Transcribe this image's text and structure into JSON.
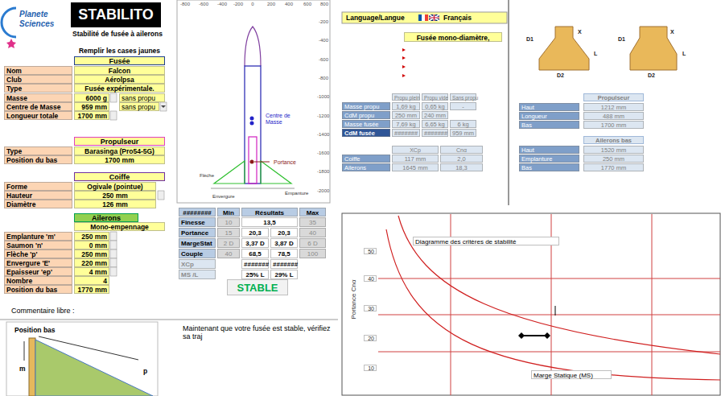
{
  "diagram": {
    "title": "STABILITO",
    "nodes": [
      {
        "text": [
          "Fusée"
        ]
      },
      {
        "text": [
          "Propulseur"
        ]
      },
      {
        "text": [
          "Coiffe"
        ]
      },
      {
        "text": [
          "Ailerons"
        ]
      },
      {
        "text": [
          "STABLE"
        ]
      },
      {
        "text": [
          "Propulseur"
        ]
      },
      {
        "text": [
          "Ailerons bas"
        ]
      }
    ],
    "labels": [
      "Planete Sciences",
      "Stabilité de fusée à ailerons",
      "Remplir les cases jaunes",
      "Nom",
      "Falcon",
      "Club",
      "Aérolpsa",
      "Type",
      "Fusée expérimentale.",
      "Masse",
      "6000 g",
      "sans propu",
      "Centre de Masse",
      "959 mm",
      "sans propu",
      "Longueur totale",
      "1700 mm",
      "Type",
      "Barasinga (Pro54-5G)",
      "Position du bas",
      "1700 mm",
      "Forme",
      "Ogivale (pointue)",
      "Hauteur",
      "250 mm",
      "Diamètre",
      "126 mm",
      "Mono-empennage",
      "Emplanture 'm'",
      "250 mm",
      "Saumon 'n'",
      "0 mm",
      "Flèche 'p'",
      "250 mm",
      "Envergure 'E'",
      "220 mm",
      "Epaisseur 'ep'",
      "4 mm",
      "Nombre",
      "4",
      "Position du bas",
      "1770 mm",
      "Commentaire libre :",
      "Position bas",
      "m",
      "p",
      "-800",
      "-600",
      "-400",
      "-200",
      "0",
      "200",
      "400",
      "600",
      "800",
      "-200",
      "-400",
      "-600",
      "-800",
      "-1000",
      "-1200",
      "-1400",
      "-1600",
      "-1800",
      "-2000",
      "Centre de Masse",
      "Portance",
      "Flèche",
      "Empanture",
      "Envergure",
      "########",
      "Min",
      "Résultats",
      "Max",
      "Finesse",
      "10",
      "13,5",
      "35",
      "Portance",
      "15",
      "20,3",
      "20,3",
      "40",
      "MargeStat",
      "2 D",
      "3,37 D",
      "3,87 D",
      "6 D",
      "Couple",
      "40",
      "68,5",
      "78,5",
      "100",
      "XCp",
      "#######",
      "#######",
      "MS /L",
      "25% L",
      "29% L",
      "Maintenant que votre fusée est stable, vérifiez sa traj",
      "Language/Langue",
      "Français",
      "Fusée mono-diamètre,",
      "Propu plein",
      "Propu vide",
      "Sans propu",
      "Masse propu",
      "1,69 kg",
      "0,65 kg",
      "-",
      "CdM propu",
      "250 mm",
      "240 mm",
      "Masse fusée",
      "7,69 kg",
      "6,65 kg",
      "6 kg",
      "CdM fusée",
      "#######",
      "#######",
      "959 mm",
      "XCp",
      "Cnα",
      "Coiffe",
      "117 mm",
      "2,0",
      "Ailerons",
      "1645 mm",
      "18,3",
      "D1",
      "X",
      "L",
      "D2",
      "D1",
      "X",
      "L",
      "D2",
      "Haut",
      "1212 mm",
      "Longueur",
      "488 mm",
      "Bas",
      "1700 mm",
      "Haut",
      "1520 mm",
      "Emplanture",
      "250 mm",
      "Bas",
      "1770 mm",
      "Diagramme des critères de stabilité",
      "Portance Cnα",
      "50",
      "40",
      "30",
      "20",
      "10",
      "Marge Statique (MS)"
    ]
  }
}
